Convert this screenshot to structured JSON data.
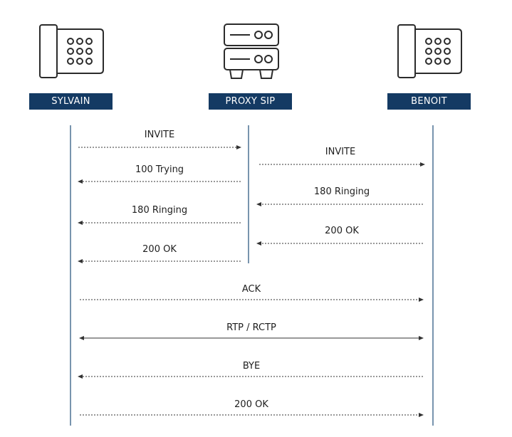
{
  "participants": [
    {
      "id": "sylvain",
      "label": "SYLVAIN",
      "icon": "desk-phone-icon"
    },
    {
      "id": "proxy",
      "label": "PROXY SIP",
      "icon": "server-icon"
    },
    {
      "id": "benoit",
      "label": "BENOIT",
      "icon": "desk-phone-icon"
    }
  ],
  "messages": [
    {
      "label": "INVITE",
      "from": "sylvain",
      "to": "proxy",
      "style": "dotted"
    },
    {
      "label": "INVITE",
      "from": "proxy",
      "to": "benoit",
      "style": "dotted"
    },
    {
      "label": "100 Trying",
      "from": "proxy",
      "to": "sylvain",
      "style": "dotted"
    },
    {
      "label": "180 Ringing",
      "from": "benoit",
      "to": "proxy",
      "style": "dotted"
    },
    {
      "label": "180 Ringing",
      "from": "proxy",
      "to": "sylvain",
      "style": "dotted"
    },
    {
      "label": "200 OK",
      "from": "benoit",
      "to": "proxy",
      "style": "dotted"
    },
    {
      "label": "200 OK",
      "from": "proxy",
      "to": "sylvain",
      "style": "dotted"
    },
    {
      "label": "ACK",
      "from": "sylvain",
      "to": "benoit",
      "style": "dotted"
    },
    {
      "label": "RTP / RCTP",
      "from": "sylvain",
      "to": "benoit",
      "style": "solid",
      "bidirectional": true
    },
    {
      "label": "BYE",
      "from": "benoit",
      "to": "sylvain",
      "style": "dotted"
    },
    {
      "label": "200 OK",
      "from": "sylvain",
      "to": "benoit",
      "style": "dotted"
    }
  ],
  "colors": {
    "label_bg": "#143a63",
    "label_text": "#ffffff",
    "line": "#1f4e79",
    "arrow": "#333333",
    "icon": "#2b2b2b"
  }
}
